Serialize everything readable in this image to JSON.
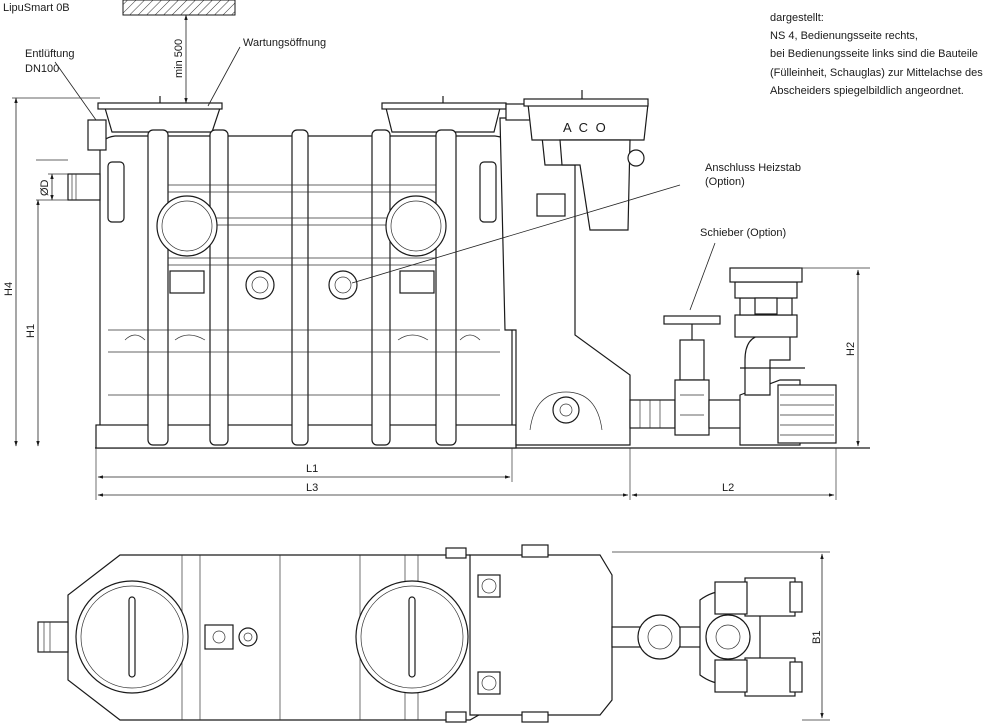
{
  "title": "LipuSmart 0B",
  "note": {
    "line1": "dargestellt:",
    "line2": "NS 4, Bedienungsseite rechts,",
    "line3": "bei Bedienungsseite links sind die Bauteile",
    "line4": "(Fülleinheit, Schauglas) zur Mittelachse des",
    "line5": "Abscheiders spiegelbildlich angeordnet."
  },
  "labels": {
    "entlueftung": "Entlüftung",
    "dn100": "DN100",
    "min500": "min 500",
    "wartung": "Wartungsöffnung",
    "heizstab": "Anschluss Heizstab",
    "option1": "(Option)",
    "schieber": "Schieber (Option)",
    "aco": "A C O"
  },
  "dimensions": {
    "od": "ØD",
    "h4": "H4",
    "h1": "H1",
    "h2": "H2",
    "l1": "L1",
    "l3": "L3",
    "l2": "L2",
    "b1": "B1"
  }
}
